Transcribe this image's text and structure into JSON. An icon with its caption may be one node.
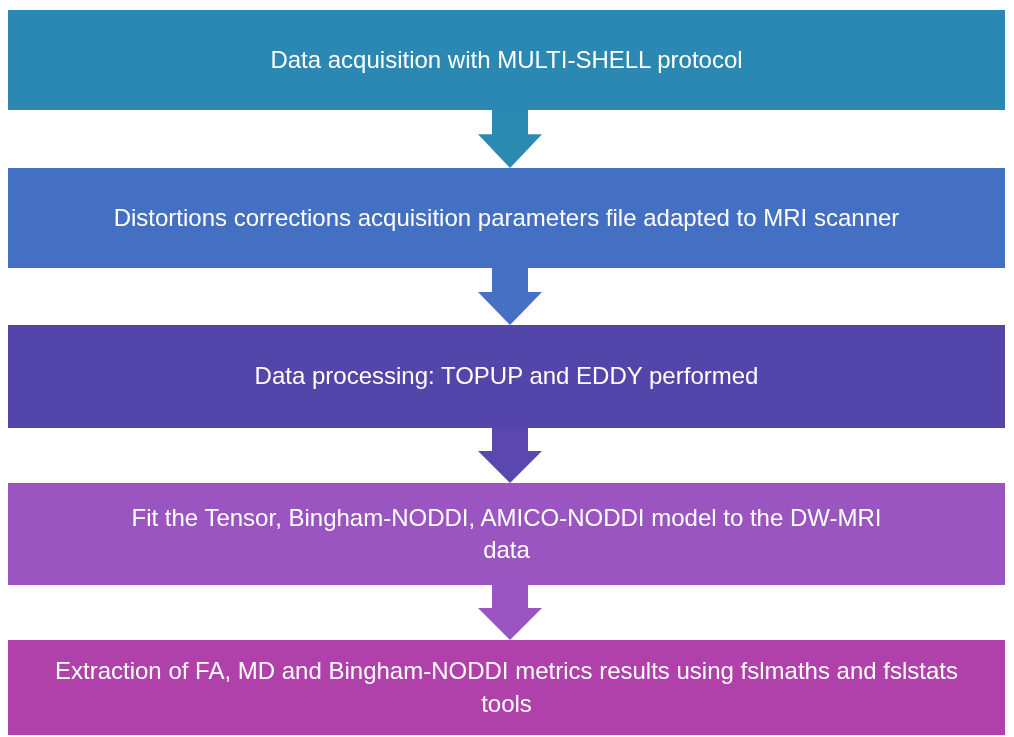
{
  "diagram": {
    "nodes": [
      {
        "text": [
          "Data acquisition with MULTI-SHELL protocol"
        ]
      },
      {
        "text": [
          "Distortions corrections acquisition parameters file adapted to MRI scanner"
        ]
      },
      {
        "text": [
          "Data processing: TOPUP and EDDY performed"
        ]
      },
      {
        "text": [
          "Fit the Tensor, Bingham-NODDI, AMICO-NODDI model to the DW-MRI data"
        ]
      },
      {
        "text": [
          "Extraction of FA, MD and Bingham-NODDI metrics results using fslmaths and fslstats tools"
        ]
      }
    ],
    "edges": [
      {
        "from": 0,
        "to": 1,
        "arrow": "to",
        "color": "#2b8ab0"
      },
      {
        "from": 1,
        "to": 2,
        "arrow": "to",
        "color": "#4570c4"
      },
      {
        "from": 2,
        "to": 3,
        "arrow": "to",
        "color": "#5a48ae"
      },
      {
        "from": 3,
        "to": 4,
        "arrow": "to",
        "color": "#9a55c2"
      }
    ]
  }
}
